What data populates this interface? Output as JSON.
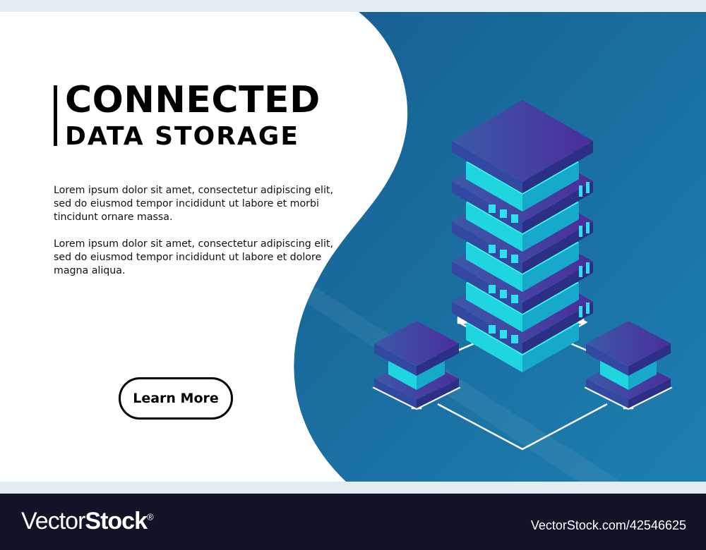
{
  "hero": {
    "title_line1": "CONNECTED",
    "title_line2": "DATA STORAGE",
    "paragraph1": "Lorem ipsum dolor sit amet, consectetur adipiscing elit, sed do eiusmod tempor incididunt ut labore et morbi tincidunt ornare massa.",
    "paragraph2": "Lorem ipsum dolor sit amet, consectetur adipiscing elit, sed do eiusmod tempor incididunt ut labore et dolore magna aliqua.",
    "button_label": "Learn More"
  },
  "footer": {
    "logo_light": "Vector",
    "logo_bold": "Stock",
    "logo_mark": "®",
    "url": "VectorStock.com/42546625"
  },
  "colors": {
    "blue_bg": "#1b6a9c",
    "server_purple": "#3d3f9e",
    "server_cyan": "#19e6e0",
    "footer_bg": "#121326"
  }
}
